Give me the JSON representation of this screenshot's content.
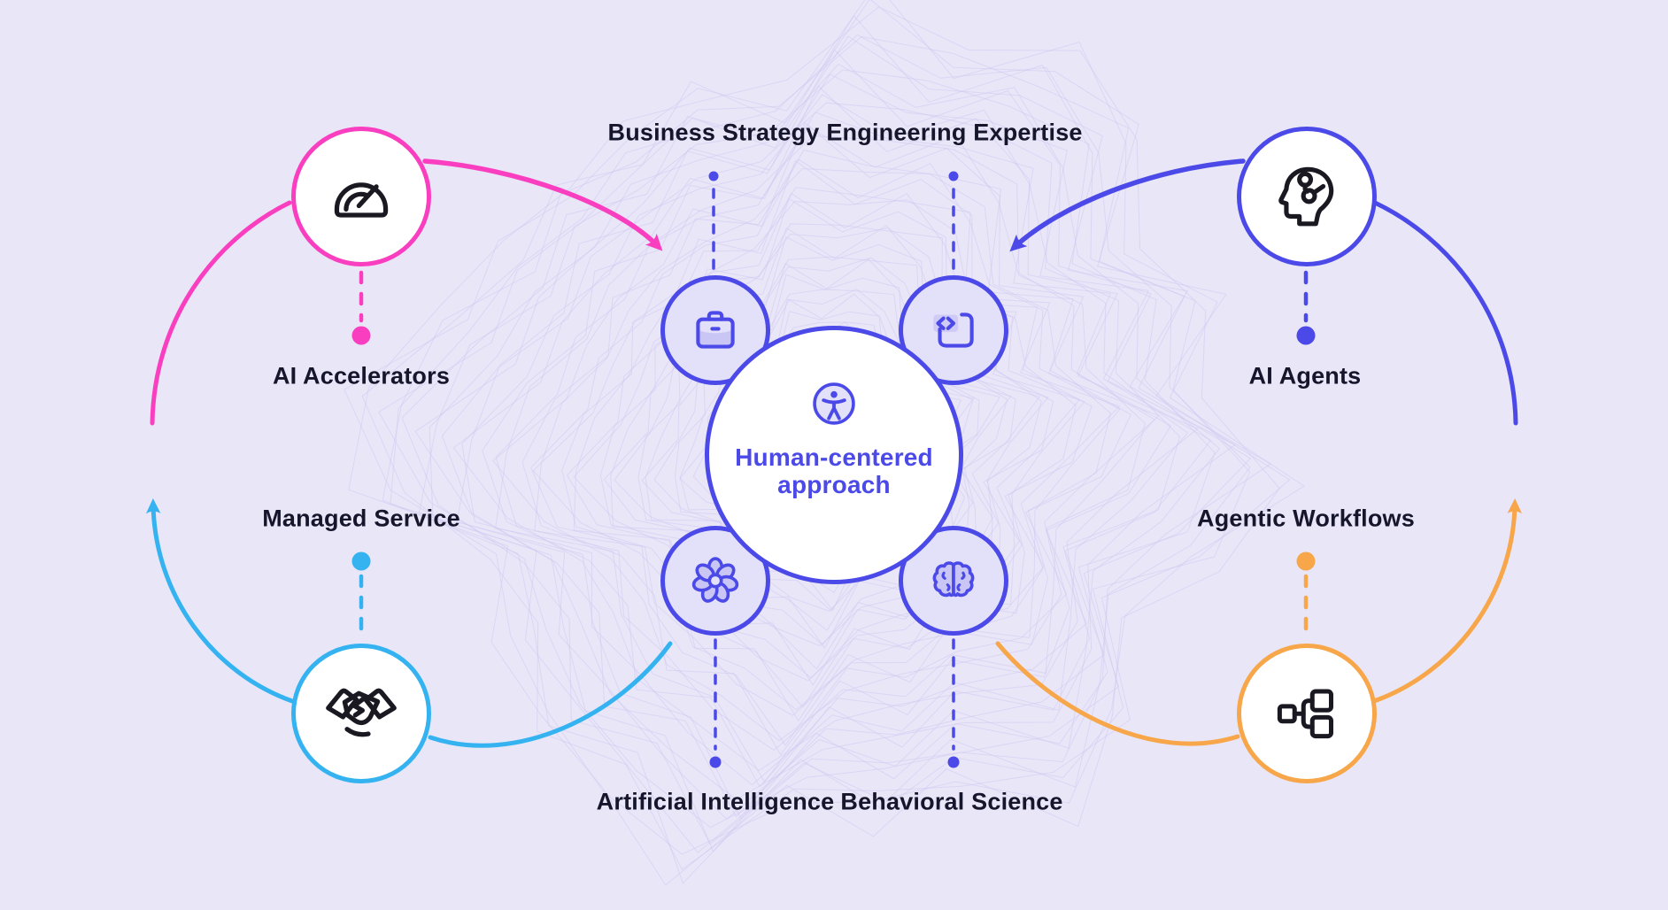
{
  "diagram": {
    "center": {
      "title": "Human-centered approach",
      "icon": "accessibility-icon"
    },
    "pillars": [
      {
        "id": "business-strategy",
        "label": "Business Strategy",
        "icon": "briefcase-icon"
      },
      {
        "id": "engineering-expertise",
        "label": "Engineering Expertise",
        "icon": "code-icon"
      },
      {
        "id": "artificial-intelligence",
        "label": "Artificial Intelligence",
        "icon": "flower-icon"
      },
      {
        "id": "behavioral-science",
        "label": "Behavioral Science",
        "icon": "brain-icon"
      }
    ],
    "orbit_nodes": [
      {
        "id": "ai-accelerators",
        "label": "AI Accelerators",
        "icon": "speedometer-icon",
        "accent": "#F93FC0"
      },
      {
        "id": "ai-agents",
        "label": "AI Agents",
        "icon": "head-circuit-icon",
        "accent": "#4B49E8"
      },
      {
        "id": "managed-service",
        "label": "Managed Service",
        "icon": "handshake-icon",
        "accent": "#35B3F0"
      },
      {
        "id": "agentic-workflows",
        "label": "Agentic Workflows",
        "icon": "workflow-icon",
        "accent": "#F7A649"
      }
    ]
  },
  "colors": {
    "background": "#E9E6F8",
    "pattern": "#CFC9F0",
    "primary": "#4B49E8",
    "pink": "#F93FC0",
    "cyan": "#35B3F0",
    "orange": "#F7A649",
    "label_text": "#15152B",
    "satellite_fill": "#E3E0FA",
    "node_fill": "#FFFFFF",
    "icon_dark": "#1A1922",
    "icon_fill_purple": "#C9C6F5",
    "icon_fill_lilac": "#D9D7F8",
    "icon_fill_pink": "#FBD7F1",
    "icon_fill_cyan": "#D9F0FB",
    "icon_fill_orange": "#FCE9D2"
  }
}
